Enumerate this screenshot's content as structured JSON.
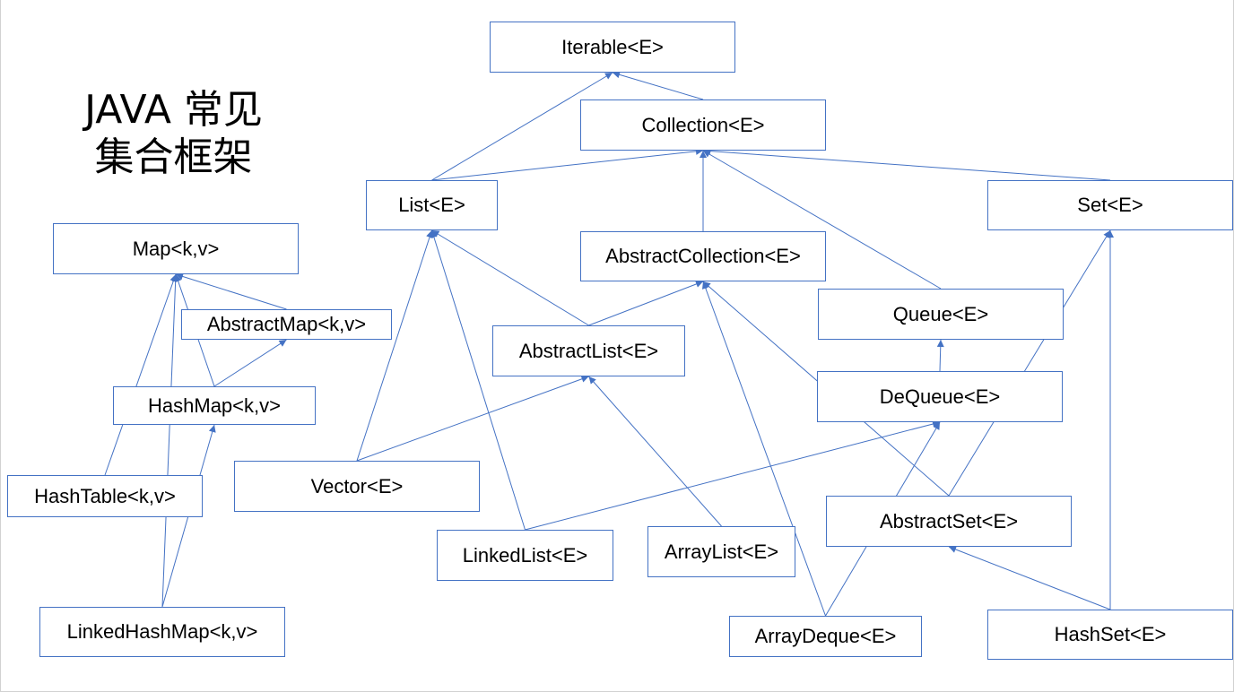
{
  "title": {
    "line1": "JAVA 常见",
    "line2": "集合框架"
  },
  "colors": {
    "line": "#4472C4",
    "box_border": "#4472C4",
    "text": "#000000",
    "background": "#FFFFFF"
  },
  "nodes": [
    {
      "label": "Iterable<E>"
    },
    {
      "label": "Collection<E>"
    },
    {
      "label": "List<E>"
    },
    {
      "label": "Set<E>"
    },
    {
      "label": "AbstractCollection<E>"
    },
    {
      "label": "Queue<E>"
    },
    {
      "label": "AbstractList<E>"
    },
    {
      "label": "DeQueue<E>"
    },
    {
      "label": "Vector<E>"
    },
    {
      "label": "LinkedList<E>"
    },
    {
      "label": "ArrayList<E>"
    },
    {
      "label": "AbstractSet<E>"
    },
    {
      "label": "ArrayDeque<E>"
    },
    {
      "label": "HashSet<E>"
    },
    {
      "label": "Map<k,v>"
    },
    {
      "label": "AbstractMap<k,v>"
    },
    {
      "label": "HashMap<k,v>"
    },
    {
      "label": "HashTable<k,v>"
    },
    {
      "label": "LinkedHashMap<k,v>"
    }
  ],
  "edges": [
    [
      1,
      0
    ],
    [
      2,
      0
    ],
    [
      2,
      1
    ],
    [
      3,
      1
    ],
    [
      4,
      1
    ],
    [
      5,
      1
    ],
    [
      6,
      2
    ],
    [
      6,
      4
    ],
    [
      7,
      5
    ],
    [
      8,
      2
    ],
    [
      8,
      6
    ],
    [
      9,
      2
    ],
    [
      9,
      7
    ],
    [
      10,
      6
    ],
    [
      11,
      4
    ],
    [
      11,
      3
    ],
    [
      12,
      4
    ],
    [
      12,
      7
    ],
    [
      13,
      3
    ],
    [
      13,
      11
    ],
    [
      15,
      14
    ],
    [
      16,
      14
    ],
    [
      16,
      15
    ],
    [
      17,
      14
    ],
    [
      18,
      14
    ],
    [
      18,
      16
    ]
  ]
}
